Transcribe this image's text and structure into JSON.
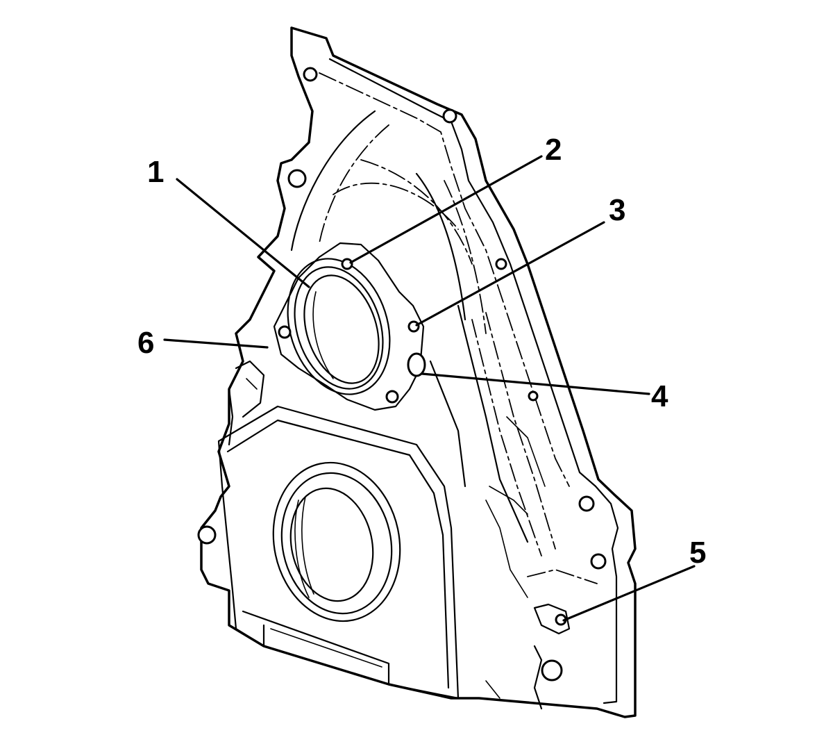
{
  "colors": {
    "background": "#ffffff",
    "line": "#000000"
  },
  "callouts": [
    {
      "label": "1"
    },
    {
      "label": "2"
    },
    {
      "label": "3"
    },
    {
      "label": "4"
    },
    {
      "label": "5"
    },
    {
      "label": "6"
    }
  ]
}
